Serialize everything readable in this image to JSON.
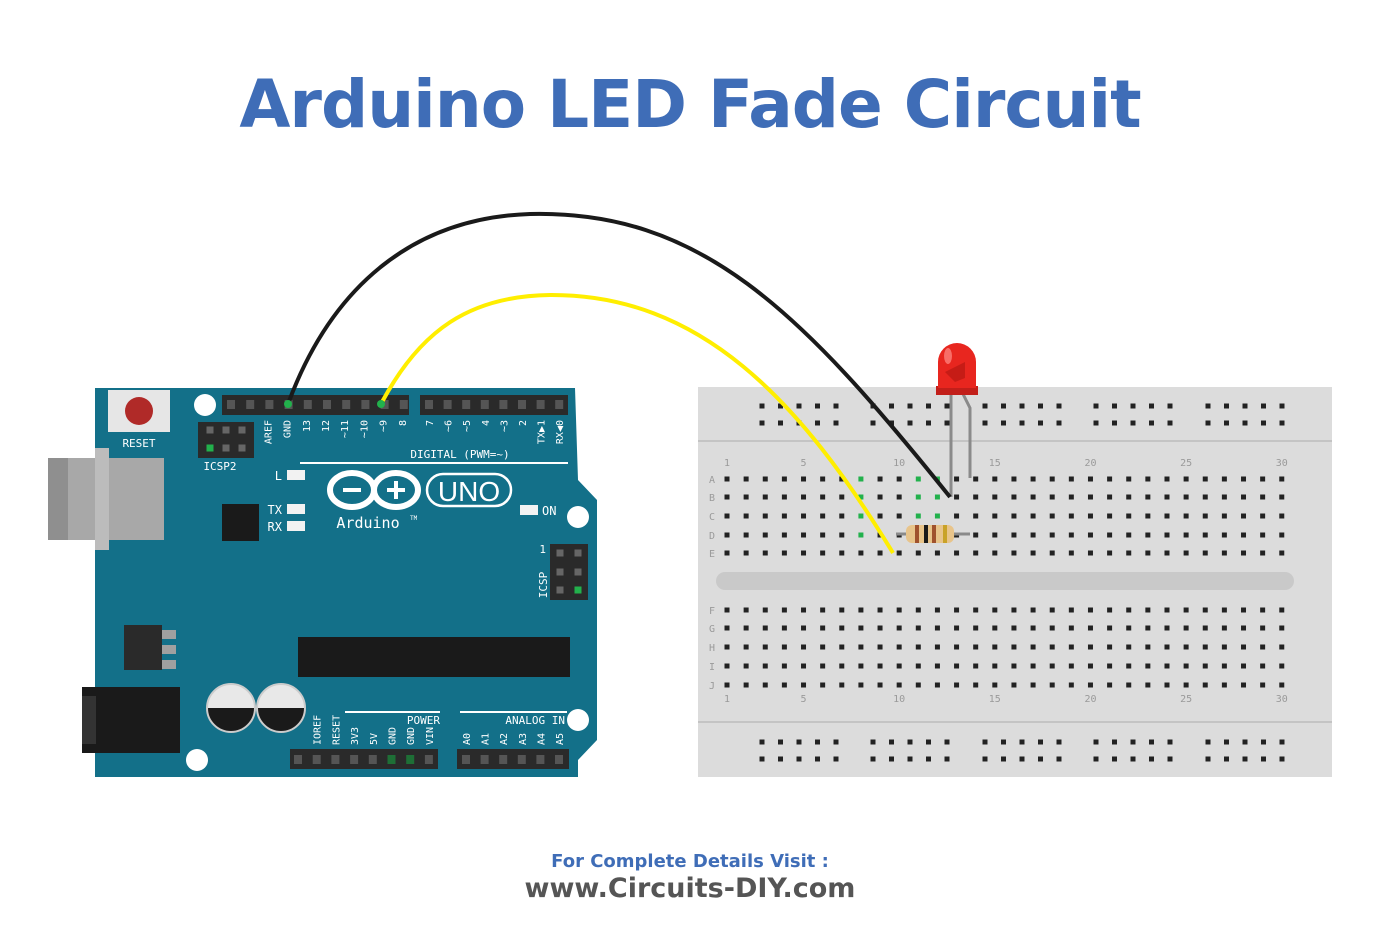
{
  "title": "Arduino LED Fade Circuit",
  "footer": {
    "visit_label": "For Complete Details Visit :",
    "url": "www.Circuits-DIY.com"
  },
  "arduino": {
    "reset_label": "RESET",
    "icsp2_label": "ICSP2",
    "icsp_label": "ICSP",
    "icsp_pin1": "1",
    "led_labels": [
      "L",
      "TX",
      "RX"
    ],
    "on_label": "ON",
    "uno_label": "UNO",
    "brand_label": "Arduino",
    "tm": "TM",
    "digital_label": "DIGITAL (PWM=~)",
    "power_label": "POWER",
    "analog_label": "ANALOG IN",
    "top_pins_left": [
      "AREF",
      "GND",
      "13",
      "12",
      "~11",
      "~10",
      "~9",
      "8"
    ],
    "top_pins_right": [
      "7",
      "~6",
      "~5",
      "4",
      "~3",
      "2",
      "TX▶1",
      "RX◀0"
    ],
    "bottom_pins_power": [
      "IOREF",
      "RESET",
      "3V3",
      "5V",
      "GND",
      "GND",
      "VIN"
    ],
    "bottom_pins_analog": [
      "A0",
      "A1",
      "A2",
      "A3",
      "A4",
      "A5"
    ]
  },
  "breadboard": {
    "rows_top": [
      "A",
      "B",
      "C",
      "D",
      "E"
    ],
    "rows_bottom": [
      "F",
      "G",
      "H",
      "I",
      "J"
    ],
    "column_numbers": [
      "1",
      "5",
      "10",
      "15",
      "20",
      "25",
      "30"
    ]
  },
  "wires": [
    {
      "name": "gnd-wire",
      "from": "GND",
      "to": "B11",
      "color": "#1a1a1a"
    },
    {
      "name": "pwm-wire",
      "from": "~9",
      "to": "E8",
      "color": "#ffee00"
    }
  ],
  "components": {
    "led_color": "#e8261f",
    "resistor_color": "#e8c48a"
  },
  "colors": {
    "title": "#3f6db7",
    "board": "#137089",
    "breadboard": "#dcdcdc"
  }
}
